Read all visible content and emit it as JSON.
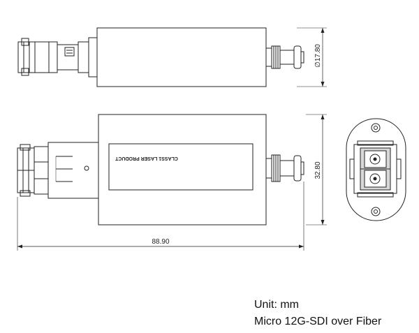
{
  "dimensions": {
    "diameter": "∅17.80",
    "height": "32.80",
    "length": "88.90"
  },
  "product_label": "CLASS1 LASER PRODUCT",
  "caption": {
    "unit": "Unit:  mm",
    "name": "Micro 12G-SDI over Fiber"
  }
}
